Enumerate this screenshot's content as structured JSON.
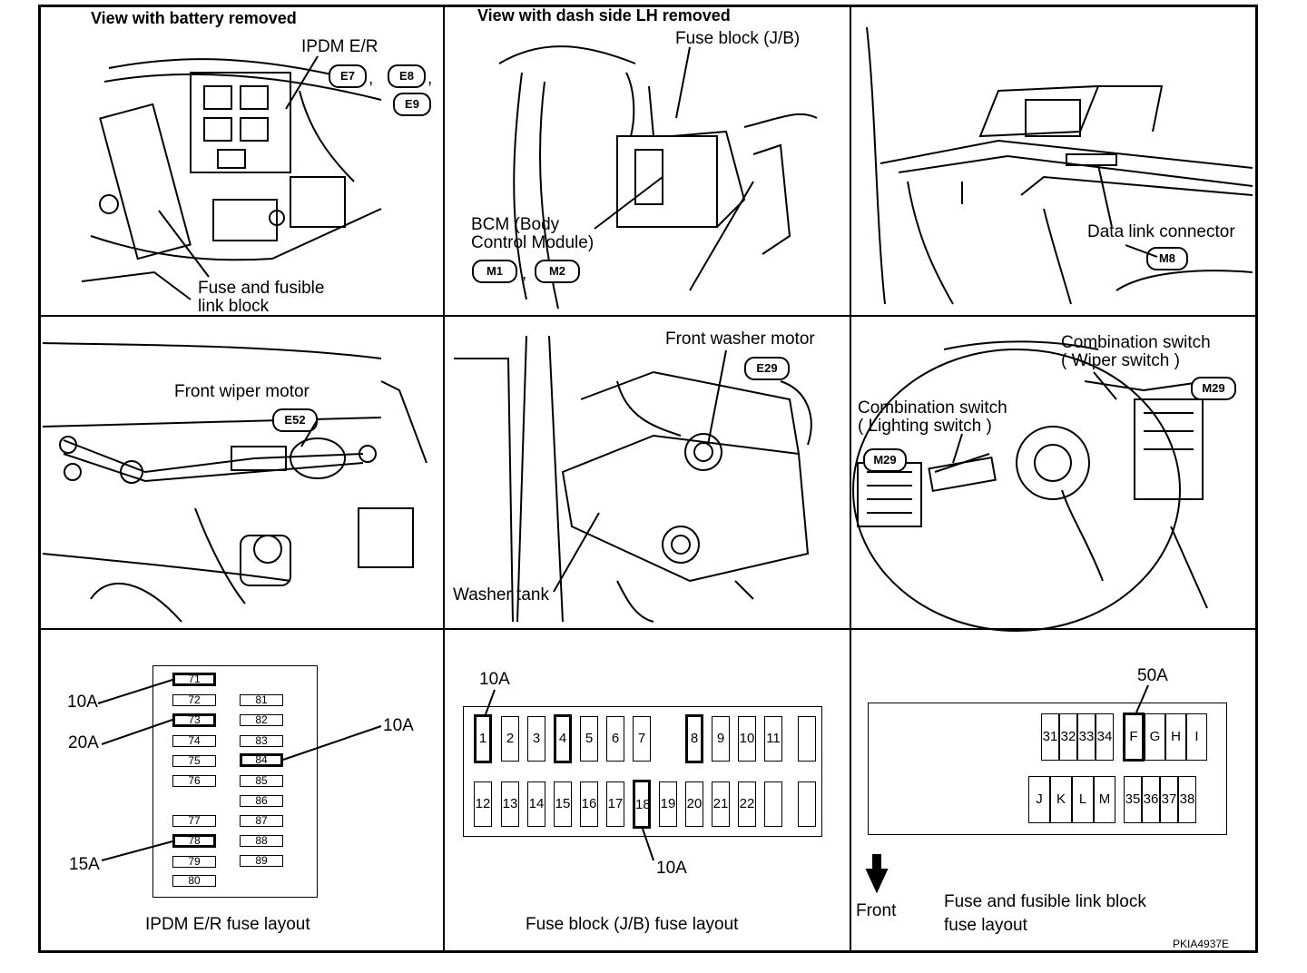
{
  "panel1": {
    "title": "View with battery removed",
    "ipdm_label": "IPDM E/R",
    "connectors": [
      "E7",
      "E8",
      "E9"
    ],
    "fuse_label": "Fuse and fusible",
    "fuse_label2": "link block"
  },
  "panel2": {
    "title": "View with dash side LH removed",
    "fuse_block_label": "Fuse block (J/B)",
    "bcm_label": "BCM (Body",
    "bcm_label2": "Control Module)",
    "connectors": [
      "M1",
      "M2"
    ]
  },
  "panel3": {
    "dlc_label": "Data link connector",
    "connector": "M8"
  },
  "panel4": {
    "label": "Front wiper motor",
    "connector": "E52"
  },
  "panel5": {
    "label": "Front washer motor",
    "connector": "E29",
    "tank_label": "Washer tank"
  },
  "panel6": {
    "wiper_label": "Combination switch",
    "wiper_label2": "( Wiper switch )",
    "wiper_connector": "M29",
    "lighting_label": "Combination switch",
    "lighting_label2": "( Lighting switch )",
    "lighting_connector": "M29"
  },
  "panel7": {
    "caption": "IPDM E/R fuse layout",
    "left_fuses": [
      "71",
      "72",
      "73",
      "74",
      "75",
      "76",
      "77",
      "78",
      "79",
      "80"
    ],
    "right_fuses": [
      "81",
      "82",
      "83",
      "84",
      "85",
      "86",
      "87",
      "88",
      "89"
    ],
    "callouts": [
      "10A",
      "20A",
      "10A",
      "15A"
    ]
  },
  "panel8": {
    "caption": "Fuse block (J/B) fuse layout",
    "top_row": [
      "1",
      "2",
      "3",
      "4",
      "5",
      "6",
      "7",
      "8",
      "9",
      "10",
      "11"
    ],
    "bottom_row": [
      "12",
      "13",
      "14",
      "15",
      "16",
      "17",
      "18",
      "19",
      "20",
      "21",
      "22"
    ],
    "callouts": [
      "10A",
      "10A"
    ]
  },
  "panel9": {
    "caption": "Fuse and fusible link block",
    "caption2": "fuse layout",
    "front_label": "Front",
    "top_small": [
      "31",
      "32",
      "33",
      "34"
    ],
    "top_large": [
      "F",
      "G",
      "H",
      "I"
    ],
    "bottom_large": [
      "J",
      "K",
      "L",
      "M"
    ],
    "bottom_small": [
      "35",
      "36",
      "37",
      "38"
    ],
    "callout": "50A",
    "code": "PKIA4937E"
  }
}
